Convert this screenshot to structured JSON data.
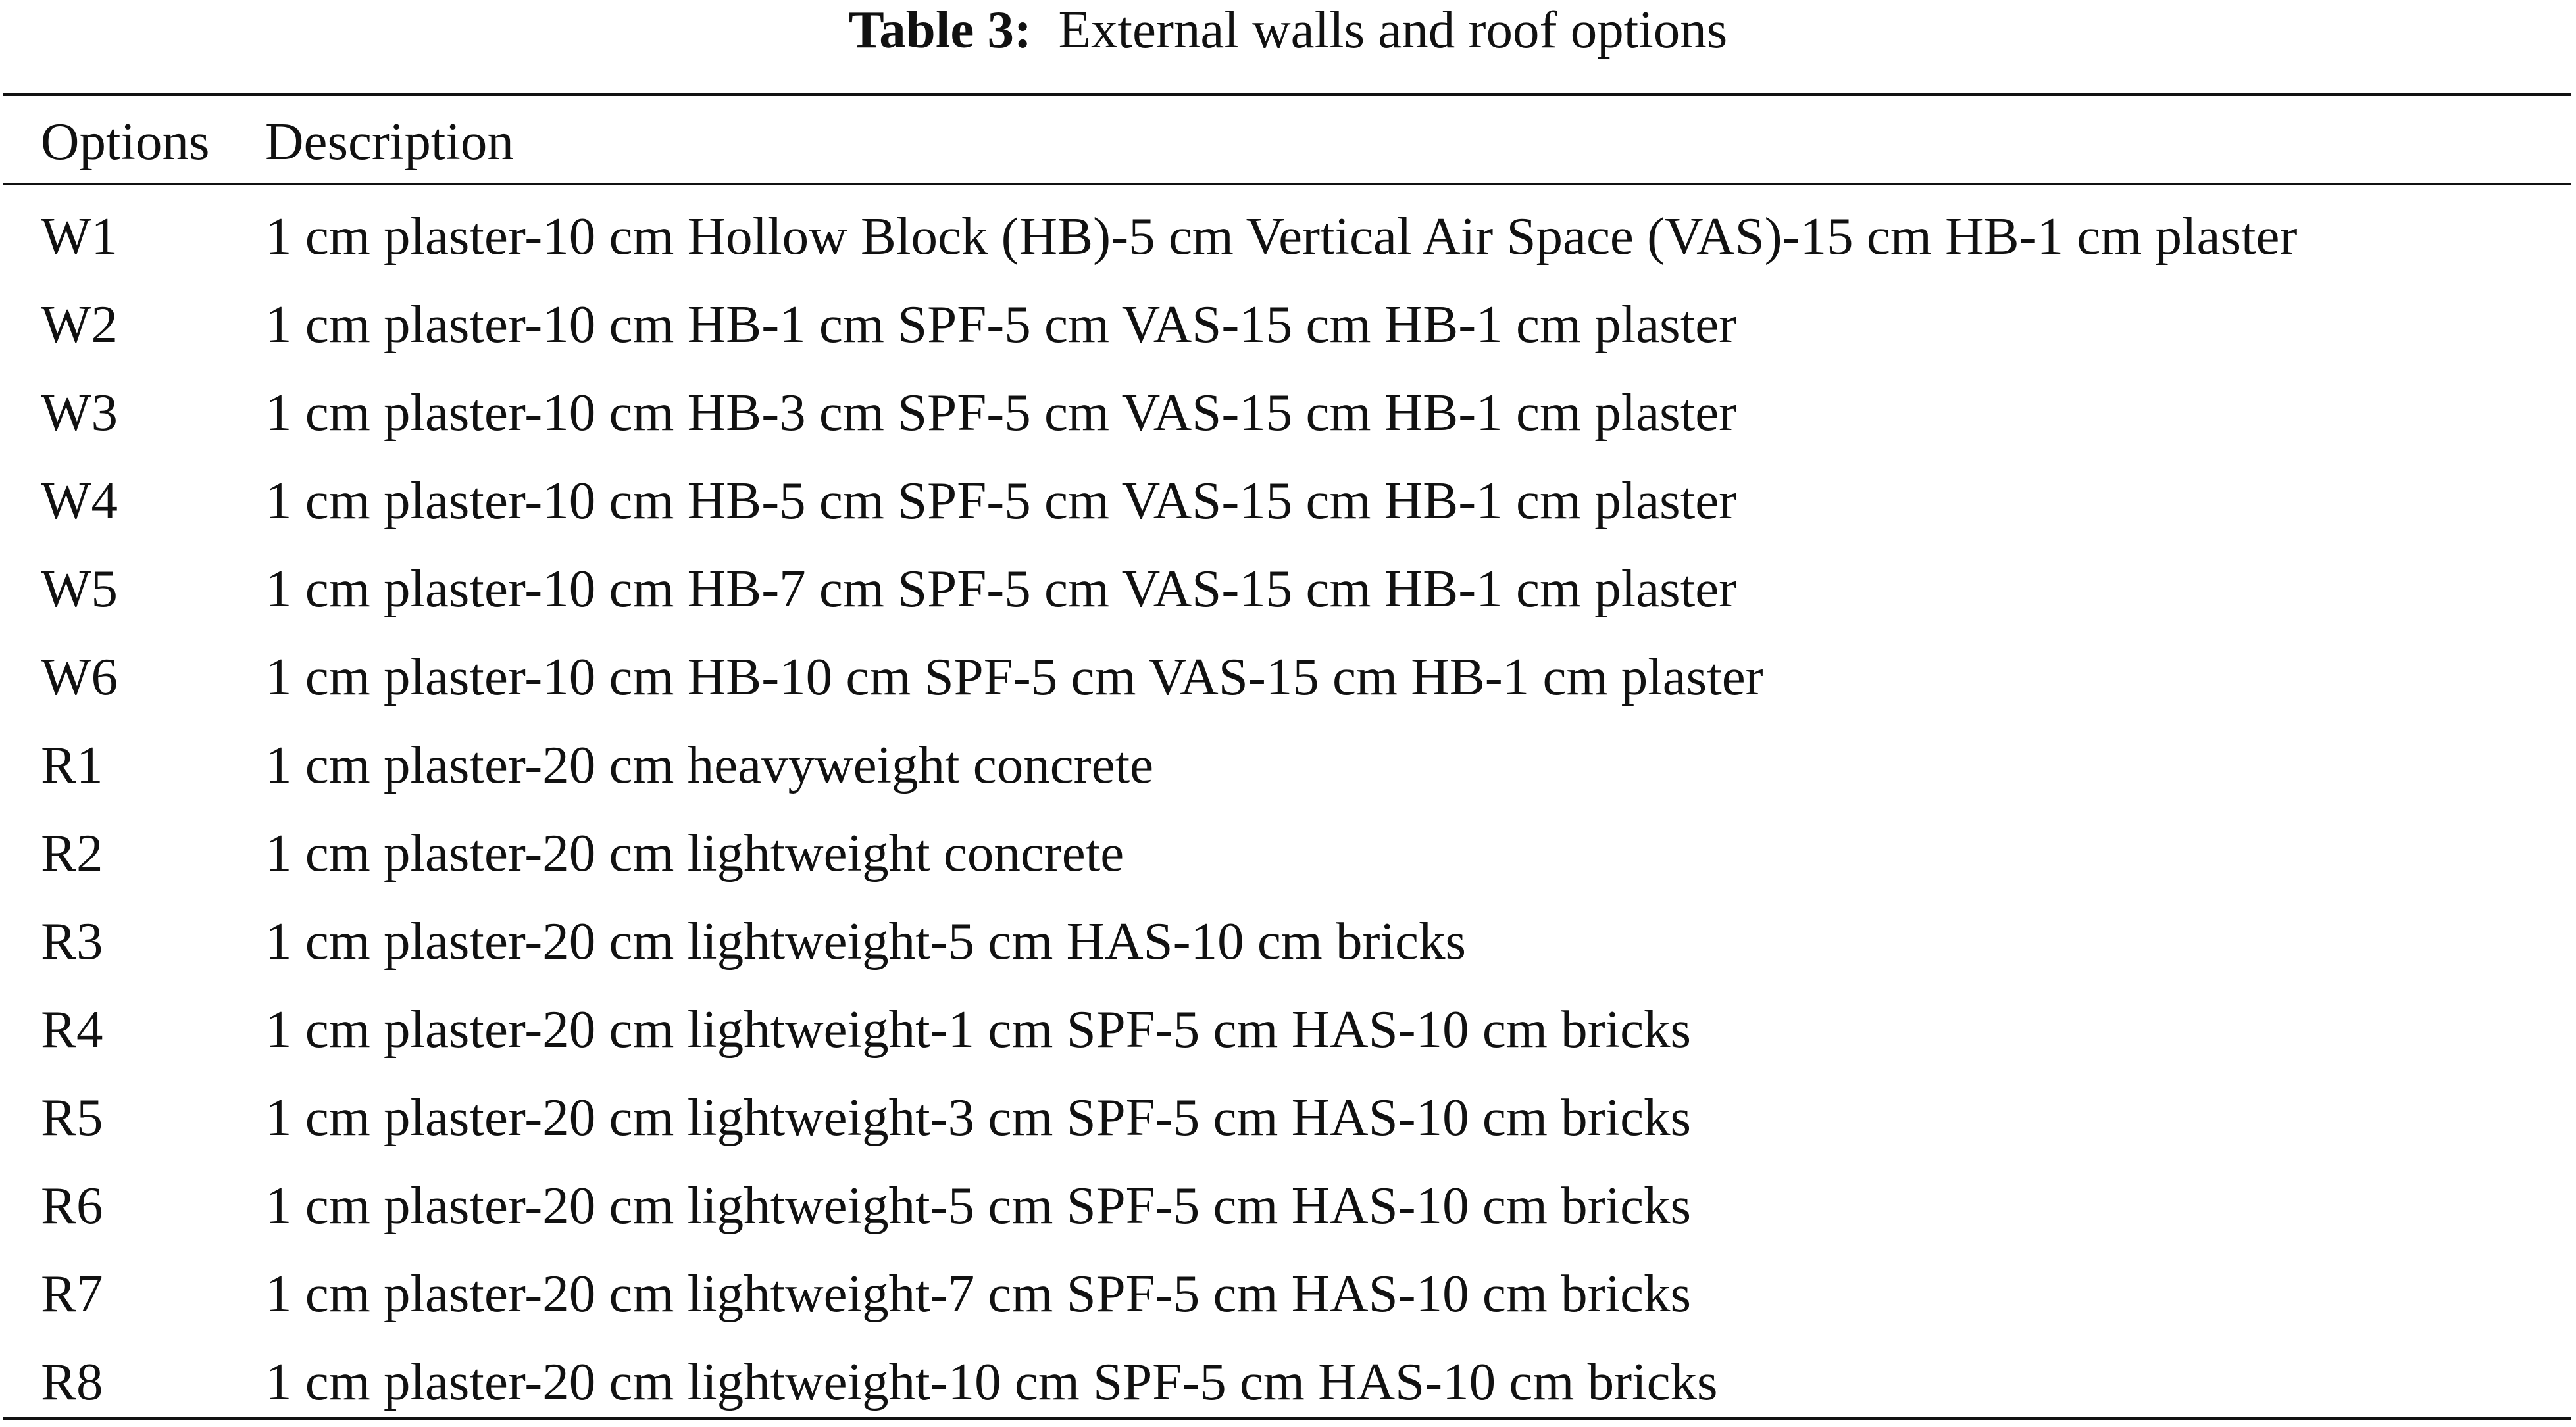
{
  "caption": {
    "label": "Table 3:",
    "text": "External walls and roof options"
  },
  "table": {
    "headers": {
      "option": "Options",
      "description": "Description"
    },
    "rows": [
      {
        "option": "W1",
        "description": "1 cm plaster-10 cm Hollow Block (HB)-5 cm Vertical Air Space (VAS)-15 cm HB-1 cm plaster"
      },
      {
        "option": "W2",
        "description": "1 cm plaster-10 cm HB-1 cm SPF-5 cm VAS-15 cm HB-1 cm plaster"
      },
      {
        "option": "W3",
        "description": "1 cm plaster-10 cm HB-3 cm SPF-5 cm VAS-15 cm HB-1 cm plaster"
      },
      {
        "option": "W4",
        "description": "1 cm plaster-10 cm HB-5 cm SPF-5 cm VAS-15 cm HB-1 cm plaster"
      },
      {
        "option": "W5",
        "description": "1 cm plaster-10 cm HB-7 cm SPF-5 cm VAS-15 cm HB-1 cm plaster"
      },
      {
        "option": "W6",
        "description": "1 cm plaster-10 cm HB-10 cm SPF-5 cm VAS-15 cm HB-1 cm plaster"
      },
      {
        "option": "R1",
        "description": "1 cm plaster-20 cm heavyweight concrete"
      },
      {
        "option": "R2",
        "description": "1 cm plaster-20 cm lightweight concrete"
      },
      {
        "option": "R3",
        "description": "1 cm plaster-20 cm lightweight-5 cm HAS-10 cm bricks"
      },
      {
        "option": "R4",
        "description": "1 cm plaster-20 cm lightweight-1 cm SPF-5 cm HAS-10 cm bricks"
      },
      {
        "option": "R5",
        "description": "1 cm plaster-20 cm lightweight-3 cm SPF-5 cm HAS-10 cm bricks"
      },
      {
        "option": "R6",
        "description": "1 cm plaster-20 cm lightweight-5 cm SPF-5 cm HAS-10 cm bricks"
      },
      {
        "option": "R7",
        "description": "1 cm plaster-20 cm lightweight-7 cm SPF-5 cm HAS-10 cm bricks"
      },
      {
        "option": "R8",
        "description": "1 cm plaster-20 cm lightweight-10 cm SPF-5 cm HAS-10 cm bricks"
      }
    ]
  }
}
